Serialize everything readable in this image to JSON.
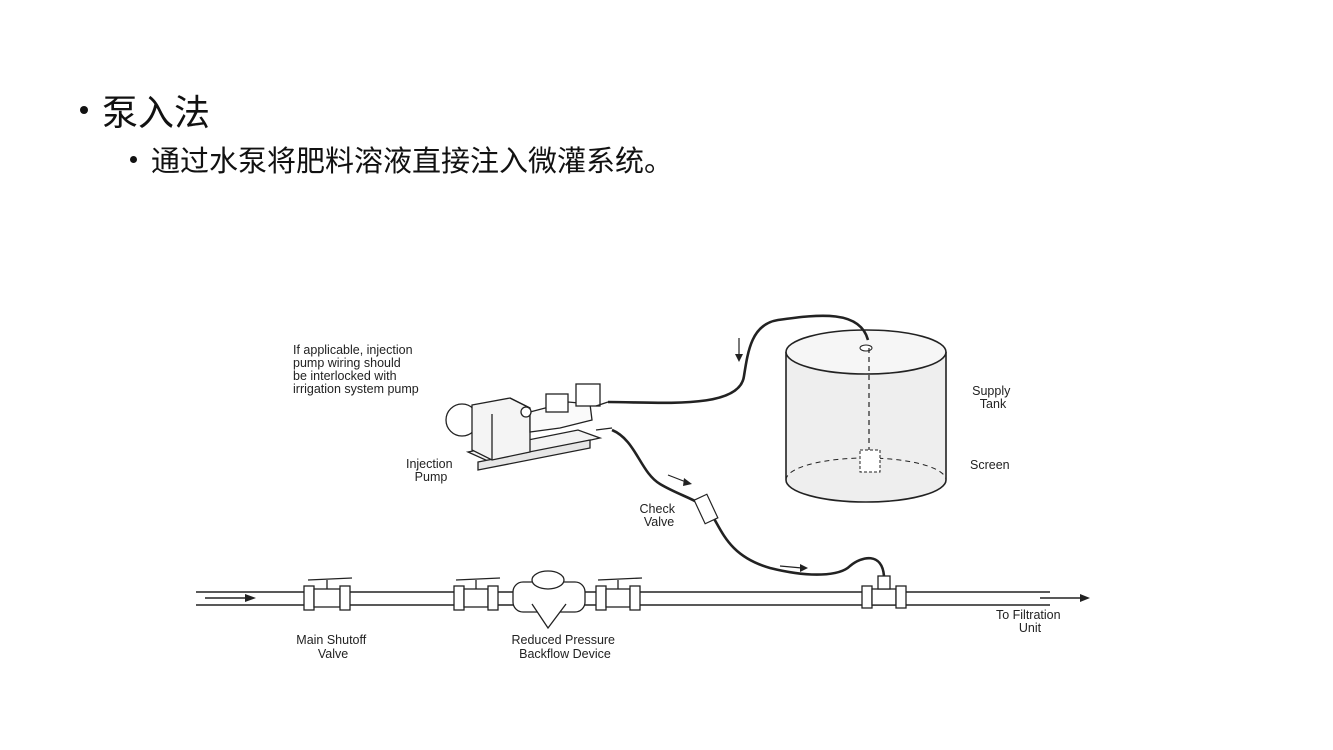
{
  "bullets": {
    "level1": "泵入法",
    "level2": "通过水泵将肥料溶液直接注入微灌系统。"
  },
  "diagram": {
    "note_lines": [
      "If applicable, injection",
      "pump wiring should",
      "be interlocked with",
      "irrigation system pump"
    ],
    "injection_pump": [
      "Injection",
      "Pump"
    ],
    "check_valve": [
      "Check",
      "Valve"
    ],
    "supply_tank": [
      "Supply",
      "Tank"
    ],
    "screen": "Screen",
    "main_shutoff": [
      "Main Shutoff",
      "Valve"
    ],
    "backflow": [
      "Reduced Pressure",
      "Backflow Device"
    ],
    "to_filtration": [
      "To  Filtration",
      "Unit"
    ]
  }
}
